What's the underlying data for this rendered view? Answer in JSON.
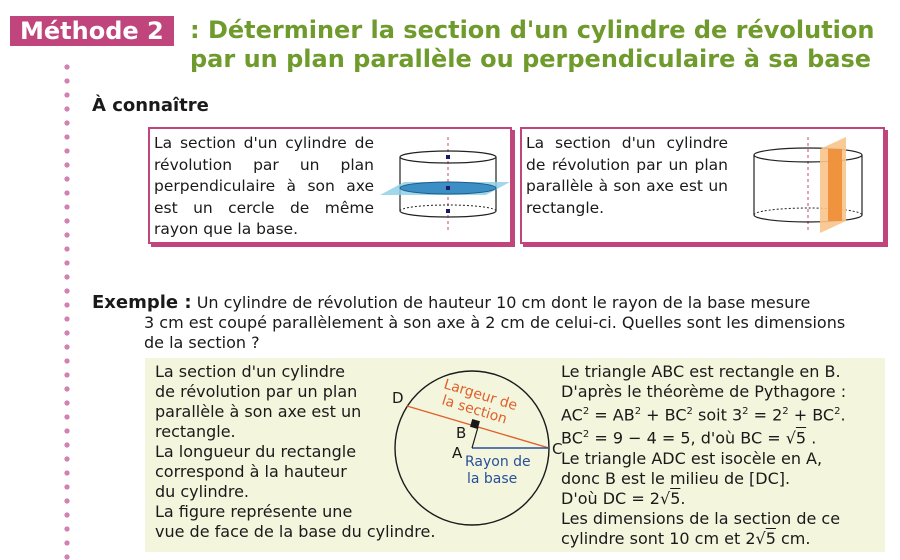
{
  "header": {
    "badge": "Méthode 2",
    "title_line1": ": Déterminer la section d'un cylindre de révolution",
    "title_line2": "par un plan parallèle ou perpendiculaire à sa base"
  },
  "know_heading": "À connaître",
  "box_left": {
    "text": "La section d'un cylindre de révolution par un plan perpendiculaire à son axe est un cercle de même rayon que la base."
  },
  "box_right": {
    "text": "La section d'un cylindre de révolution par un plan parallèle à son axe est un rectangle."
  },
  "example": {
    "label": "Exemple :",
    "line1": "Un cylindre de révolution de hauteur 10 cm dont le rayon de la base mesure",
    "line2": "3 cm est coupé parallèlement à son axe à 2 cm de celui-ci. Quelles sont les dimensions",
    "line3": "de la section ?"
  },
  "solution": {
    "left_lines": [
      "La section d'un cylindre",
      "de révolution par un plan",
      "parallèle à son axe est un",
      "rectangle.",
      "La longueur du rectangle",
      "correspond à la hauteur",
      "du cylindre.",
      "La figure représente une",
      "vue de face de la base du cylindre."
    ],
    "figure": {
      "label_D": "D",
      "label_B": "B",
      "label_A": "A",
      "label_C": "C",
      "largeur1": "Largeur de",
      "largeur2": "la section",
      "rayon1": "Rayon de",
      "rayon2": "la base"
    },
    "right": {
      "l1": "Le triangle ABC est rectangle en B.",
      "l2": "D'après le théorème de Pythagore :",
      "l3a": "AC",
      "l3b": " = AB",
      "l3c": " + BC",
      "l3d": " soit 3",
      "l3e": " = 2",
      "l3f": " + BC",
      "l3g": ".",
      "sq": "2",
      "l4a": "BC",
      "l4b": " = 9 − 4 = 5, d'où BC = ",
      "l4c": "√",
      "l4d": "5",
      "l4e": " .",
      "l5": "Le triangle ADC est isocèle en A,",
      "l6": "donc B est le milieu de [DC].",
      "l7a": "D'où DC =  2",
      "l7b": "√",
      "l7c": "5",
      "l7d": ".",
      "l8": "Les dimensions de la section de ce",
      "l9a": "cylindre sont 10 cm et  2",
      "l9b": "√",
      "l9c": "5",
      "l9d": " cm."
    }
  },
  "colors": {
    "pink": "#c0457c",
    "green_title": "#6f9a2c",
    "panel_bg": "#f3f6dd",
    "plane_blue": "#5fb3cf",
    "plane_orange": "#f0a050",
    "label_orange": "#e0602a",
    "label_blue": "#2a4f9a"
  }
}
